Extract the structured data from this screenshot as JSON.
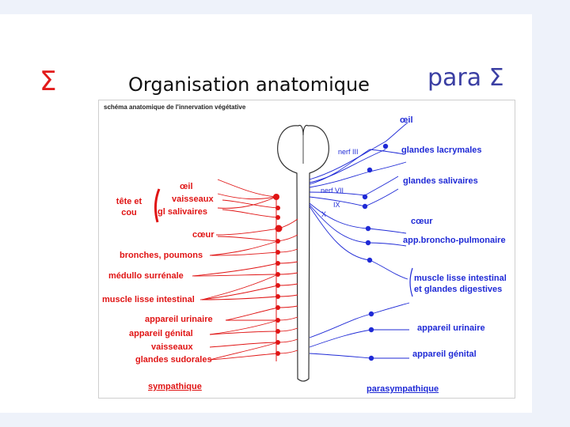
{
  "slide": {
    "sigma_symbol": "Σ",
    "title": "Organisation anatomique",
    "para_label": "para Σ"
  },
  "figure": {
    "caption": "schéma anatomique de l'innervation végétative",
    "sympathetic": {
      "group_head": "tête et\ncou",
      "labels": {
        "oeil": "œil",
        "vaisseaux": "vaisseaux",
        "gl_salivaires": "gl salivaires",
        "coeur": "cœur",
        "bronches": "bronches, poumons",
        "medullo": "médullo surrénale",
        "muscle": "muscle lisse intestinal",
        "urinaire": "appareil urinaire",
        "genital": "appareil génital",
        "vaisseaux2": "vaisseaux",
        "sudorales": "glandes sudorales"
      },
      "footer": "sympathique"
    },
    "parasympathetic": {
      "labels": {
        "oeil": "œil",
        "lacrymales": "glandes lacrymales",
        "salivaires": "glandes salivaires",
        "coeur": "cœur",
        "broncho": "app.broncho-pulmonaire",
        "muscle": "muscle lisse intestinal\net glandes digestives",
        "urinaire": "appareil urinaire",
        "genital": "appareil génital"
      },
      "nerves": {
        "n3": "nerf III",
        "n7": "nerf VII",
        "n9": "IX",
        "n10": "X"
      },
      "footer": "parasympathique"
    },
    "colors": {
      "sympathetic": "#e01414",
      "parasympathetic": "#1f2ad6"
    }
  }
}
